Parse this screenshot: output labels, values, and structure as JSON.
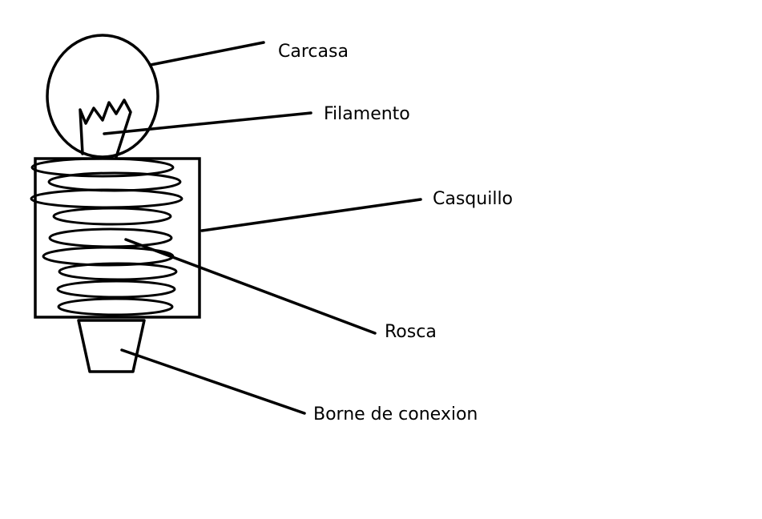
{
  "diagram": {
    "labels": {
      "carcasa": "Carcasa",
      "filamento": "Filamento",
      "casquillo": "Casquillo",
      "rosca": "Rosca",
      "borne": "Borne de conexion"
    }
  },
  "colors": {
    "line": "#000000",
    "background": "#ffffff"
  }
}
